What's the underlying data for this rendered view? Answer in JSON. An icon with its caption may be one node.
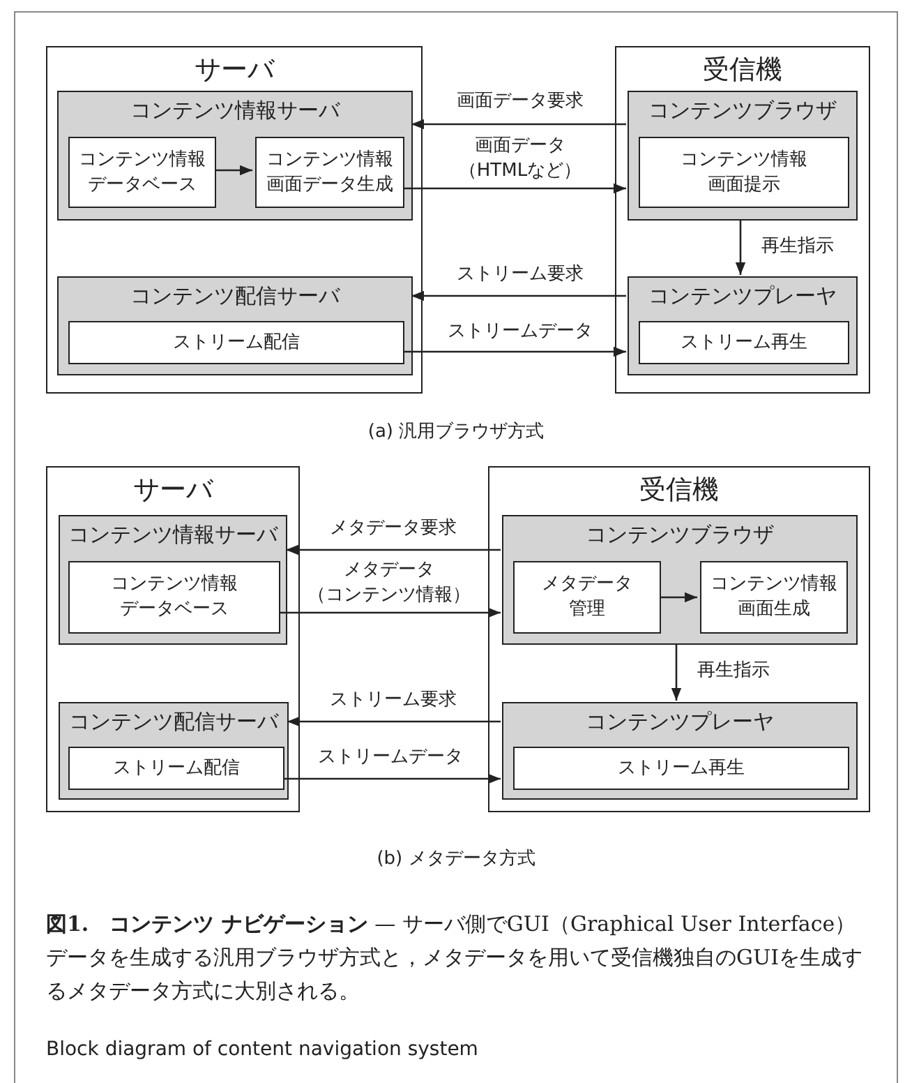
{
  "diagram": {
    "caption": "**図1.　コンテンツ ナビゲーション** — サーバ側でGUI（Graphical User Interface）データを生成する汎用ブラウザ方式と，メタデータを用いて受信機独自のGUIを生成するメタデータ方式に大別される。",
    "nodes": [
      {
        "text": [
          "サーバ"
        ]
      },
      {
        "text": [
          "コンテンツ情報サーバ"
        ],
        "in": 0
      },
      {
        "text": [
          "コンテンツ情報データベース"
        ],
        "in": 1
      },
      {
        "text": [
          "コンテンツ情報画面データ生成"
        ],
        "in": 1
      },
      {
        "text": [
          "コンテンツ配信サーバ"
        ],
        "in": 0
      },
      {
        "text": [
          "ストリーム配信"
        ],
        "in": 4
      },
      {
        "text": [
          "受信機"
        ]
      },
      {
        "text": [
          "コンテンツブラウザ"
        ],
        "in": 6
      },
      {
        "text": [
          "コンテンツ情報画面提示"
        ],
        "in": 7
      },
      {
        "text": [
          "コンテンツプレーヤ"
        ],
        "in": 6
      },
      {
        "text": [
          "ストリーム再生"
        ],
        "in": 9
      },
      {
        "text": [
          "サーバ"
        ]
      },
      {
        "text": [
          "コンテンツ情報サーバ"
        ],
        "in": 11
      },
      {
        "text": [
          "コンテンツ情報データベース"
        ],
        "in": 12
      },
      {
        "text": [
          "コンテンツ配信サーバ"
        ],
        "in": 11
      },
      {
        "text": [
          "ストリーム配信"
        ],
        "in": 14
      },
      {
        "text": [
          "受信機"
        ]
      },
      {
        "text": [
          "コンテンツブラウザ"
        ],
        "in": 16
      },
      {
        "text": [
          "メタデータ管理"
        ],
        "in": 17
      },
      {
        "text": [
          "コンテンツ情報画面生成"
        ],
        "in": 17
      },
      {
        "text": [
          "コンテンツプレーヤ"
        ],
        "in": 16
      },
      {
        "text": [
          "ストリーム再生"
        ],
        "in": 20
      }
    ],
    "edges": [
      {
        "from": 2,
        "to": 3,
        "arrow": "to"
      },
      {
        "from": 7,
        "to": 1,
        "arrow": "to",
        "label": "画面データ要求"
      },
      {
        "from": 3,
        "to": 7,
        "arrow": "to",
        "label": "画面データ（HTMLなど）"
      },
      {
        "from": 7,
        "to": 9,
        "arrow": "to",
        "label": "再生指示"
      },
      {
        "from": 9,
        "to": 4,
        "arrow": "to",
        "label": "ストリーム要求"
      },
      {
        "from": 5,
        "to": 9,
        "arrow": "to",
        "label": "ストリームデータ"
      },
      {
        "from": 17,
        "to": 12,
        "arrow": "to",
        "label": "メタデータ要求"
      },
      {
        "from": 13,
        "to": 17,
        "arrow": "to",
        "label": "メタデータ（コンテンツ情報）"
      },
      {
        "from": 18,
        "to": 19,
        "arrow": "to"
      },
      {
        "from": 17,
        "to": 20,
        "arrow": "to",
        "label": "再生指示"
      },
      {
        "from": 20,
        "to": 14,
        "arrow": "to",
        "label": "ストリーム要求"
      },
      {
        "from": 15,
        "to": 20,
        "arrow": "to",
        "label": "ストリームデータ"
      }
    ],
    "labels": [
      "(a) 汎用ブラウザ方式",
      "(b) メタデータ方式",
      "Block diagram of content navigation system"
    ]
  }
}
